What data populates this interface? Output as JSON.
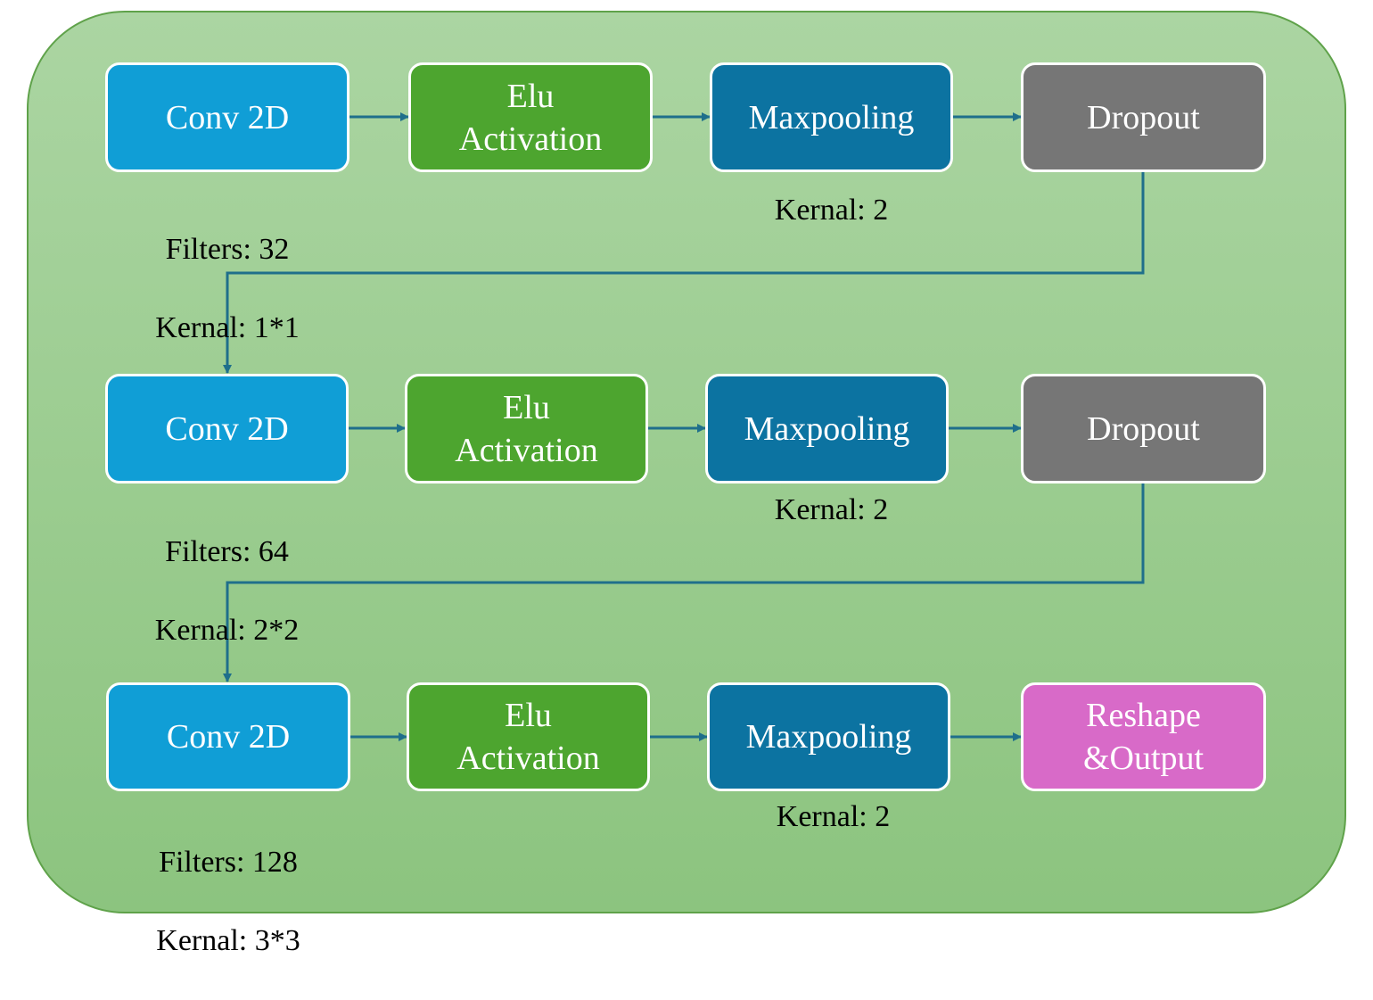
{
  "rows": [
    {
      "conv": {
        "label": "Conv 2D",
        "filters": "Filters: 32",
        "kernel": "Kernal: 1*1"
      },
      "activation": {
        "label": "Elu\nActivation"
      },
      "pool": {
        "label": "Maxpooling",
        "kernel": "Kernal: 2"
      },
      "last": {
        "label": "Dropout"
      }
    },
    {
      "conv": {
        "label": "Conv 2D",
        "filters": "Filters: 64",
        "kernel": "Kernal: 2*2"
      },
      "activation": {
        "label": "Elu\nActivation"
      },
      "pool": {
        "label": "Maxpooling",
        "kernel": "Kernal: 2"
      },
      "last": {
        "label": "Dropout"
      }
    },
    {
      "conv": {
        "label": "Conv 2D",
        "filters": "Filters: 128",
        "kernel": "Kernal: 3*3"
      },
      "activation": {
        "label": "Elu\nActivation"
      },
      "pool": {
        "label": "Maxpooling",
        "kernel": "Kernal: 2"
      },
      "last": {
        "label": "Reshape\n&Output"
      }
    }
  ],
  "colors": {
    "conv": "#109ed6",
    "activation": "#4da52f",
    "maxpooling": "#0c73a1",
    "dropout": "#767676",
    "output": "#d86ac8",
    "arrow": "#1f6f8b",
    "panel": "#9ccd90"
  }
}
